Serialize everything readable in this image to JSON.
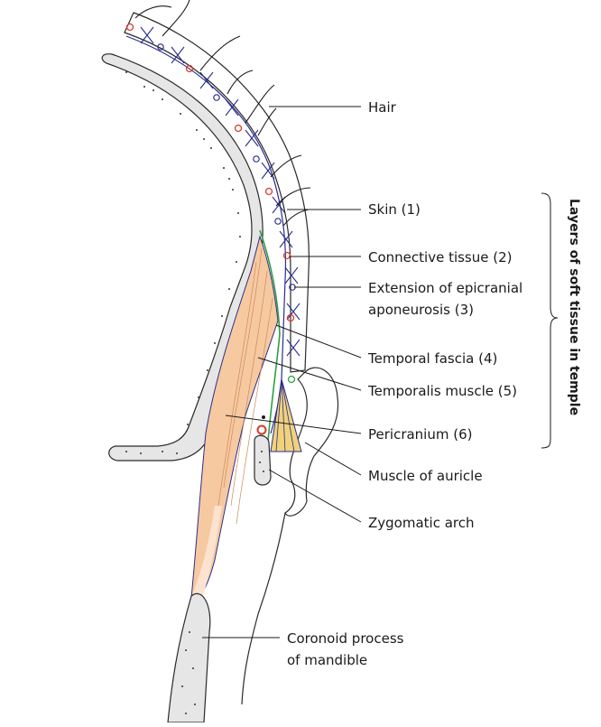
{
  "diagram": {
    "labels": {
      "hair": "Hair",
      "skin": "Skin (1)",
      "connective": "Connective tissue (2)",
      "epicranial_1": "Extension of epicranial",
      "epicranial_2": "aponeurosis (3)",
      "temporal_fascia": "Temporal fascia (4)",
      "temporalis": "Temporalis muscle (5)",
      "pericranium": "Pericranium (6)",
      "auricle": "Muscle of auricle",
      "zygomatic": "Zygomatic arch",
      "coronoid_1": "Coronoid process",
      "coronoid_2": "of mandible"
    },
    "bracket_label": "Layers of soft tissue in temple",
    "colors": {
      "bone_fill": "#e6e6e6",
      "outline": "#2a2a2a",
      "muscle_fill": "#f7c9a0",
      "muscle_fill_light": "#fbe3cf",
      "fascia_green": "#2f9e44",
      "aponeurosis_blue": "#2b2e8c",
      "vessel_red": "#d93a2b",
      "auricle_yellow": "#f0d27a"
    }
  }
}
